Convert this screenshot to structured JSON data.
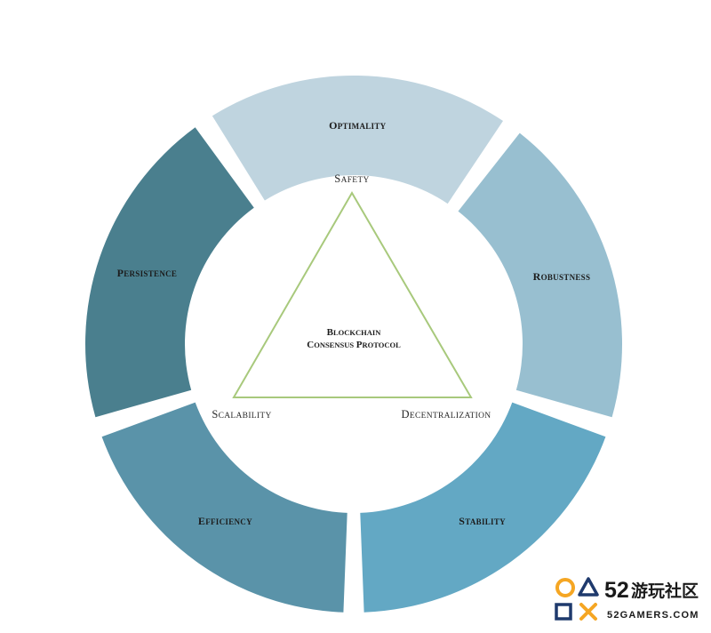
{
  "diagram": {
    "segments": [
      {
        "label": "Optimality",
        "color": "#bfd4df"
      },
      {
        "label": "Robustness",
        "color": "#98bfd0"
      },
      {
        "label": "Stability",
        "color": "#63a8c4"
      },
      {
        "label": "Efficiency",
        "color": "#5a93a9"
      },
      {
        "label": "Persistence",
        "color": "#4a7f8e"
      }
    ],
    "triangle": {
      "vertices": [
        "Safety",
        "Decentralization",
        "Scalability"
      ],
      "color": "#a8c97c"
    },
    "center_lines": [
      "Blockchain",
      "Consensus Protocol"
    ]
  },
  "watermark": {
    "number": "52",
    "cn_text": "游玩社区",
    "site": "52GAMERS.COM",
    "accent_color": "#f5a623",
    "ink_color": "#1f3a6d"
  }
}
